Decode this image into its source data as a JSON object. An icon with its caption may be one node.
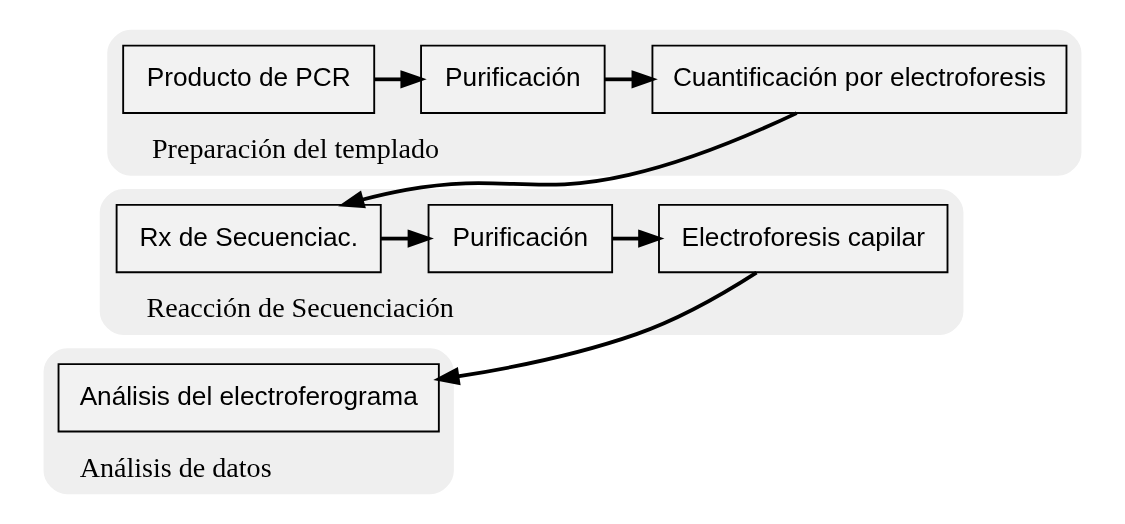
{
  "diagram": {
    "nodes": [
      {
        "text": [
          "Preparación del templado"
        ]
      },
      {
        "text": [
          "Producto de PCR"
        ],
        "in": 0
      },
      {
        "text": [
          "Purificación"
        ],
        "in": 0
      },
      {
        "text": [
          "Cuantificación por electroforesis"
        ],
        "in": 0
      },
      {
        "text": [
          "Reacción de Secuenciación"
        ]
      },
      {
        "text": [
          "Rx de Secuenciac."
        ],
        "in": 4
      },
      {
        "text": [
          "Purificación"
        ],
        "in": 4
      },
      {
        "text": [
          "Electroforesis capilar"
        ],
        "in": 4
      },
      {
        "text": [
          "Análisis de datos"
        ]
      },
      {
        "text": [
          "Análisis del electroferograma"
        ],
        "in": 8
      }
    ],
    "edges": [
      {
        "from": 1,
        "to": 2,
        "arrow": "to"
      },
      {
        "from": 2,
        "to": 3,
        "arrow": "to"
      },
      {
        "from": 3,
        "to": 5,
        "arrow": "to"
      },
      {
        "from": 5,
        "to": 6,
        "arrow": "to"
      },
      {
        "from": 6,
        "to": 7,
        "arrow": "to"
      },
      {
        "from": 7,
        "to": 9,
        "arrow": "to"
      }
    ]
  }
}
